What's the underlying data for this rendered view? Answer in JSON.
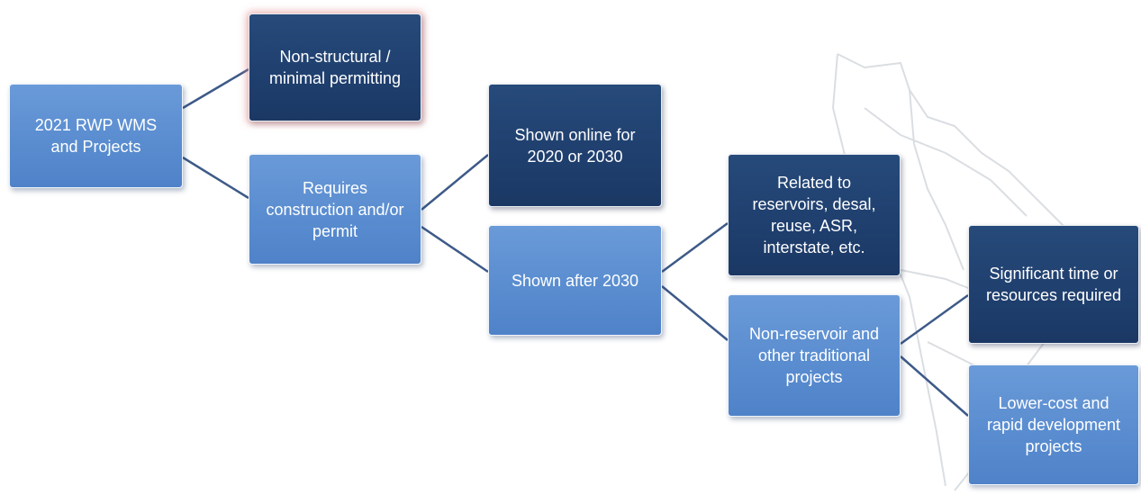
{
  "nodes": {
    "root": "2021 RWP WMS\nand Projects",
    "nonstructural": "Non-structural /\nminimal permitting",
    "requires": "Requires\nconstruction and/or\npermit",
    "online": "Shown online for\n2020 or 2030",
    "after2030": "Shown after 2030",
    "related": "Related to\nreservoirs, desal,\nreuse, ASR,\ninterstate, etc.",
    "nonreservoir": "Non-reservoir and\nother traditional\nprojects",
    "significant": "Significant time or\nresources required",
    "lowercost": "Lower-cost and\nrapid development\nprojects"
  },
  "colors": {
    "light_box": "#5b8fd1",
    "dark_box": "#1f3f6e",
    "connector": "#3d5a88",
    "map_outline": "#c8ccd2"
  }
}
